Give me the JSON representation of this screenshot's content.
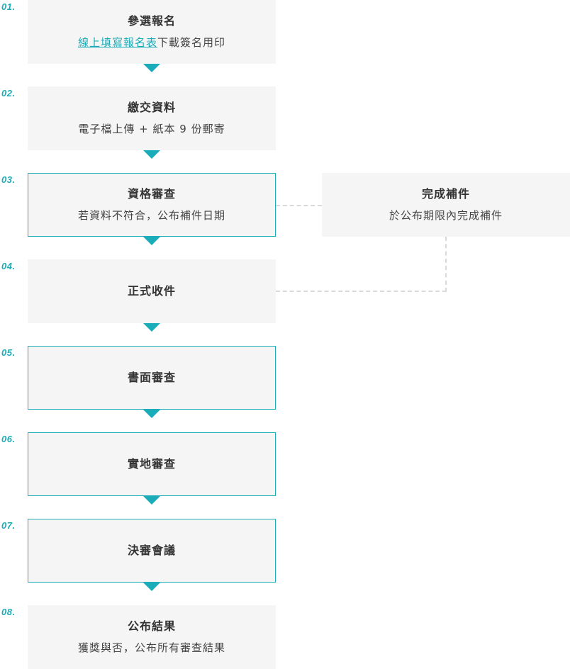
{
  "steps": [
    {
      "num": "01.",
      "title": "參選報名",
      "link": "線上填寫報名表",
      "sub_rest": "下載簽名用印"
    },
    {
      "num": "02.",
      "title": "繳交資料",
      "sub": "電子檔上傳 + 紙本 9 份郵寄"
    },
    {
      "num": "03.",
      "title": "資格審查",
      "sub": "若資料不符合，公布補件日期"
    },
    {
      "num": "04.",
      "title": "正式收件"
    },
    {
      "num": "05.",
      "title": "書面審查"
    },
    {
      "num": "06.",
      "title": "實地審查"
    },
    {
      "num": "07.",
      "title": "決審會議"
    },
    {
      "num": "08.",
      "title": "公布結果",
      "sub": "獲獎與否，公布所有審查結果"
    }
  ],
  "side": {
    "title": "完成補件",
    "sub": "於公布期限內完成補件"
  },
  "colors": {
    "accent": "#1aacb8",
    "box_bg": "#f5f5f5",
    "connector": "#d9d9d9"
  }
}
